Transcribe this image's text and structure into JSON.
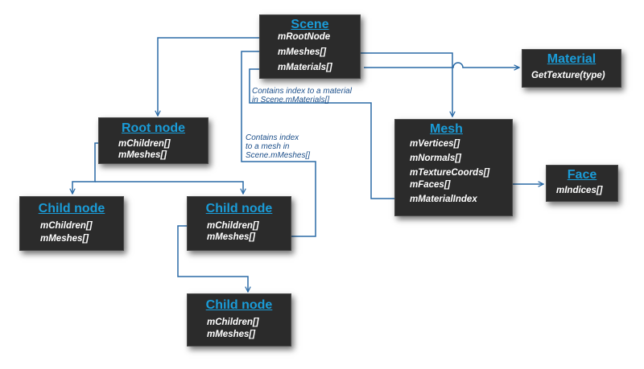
{
  "colors": {
    "title": "#1a9cd8",
    "box": "#2b2b2b",
    "connector": "#2a6aa6",
    "note": "#1c4f8a"
  },
  "scene": {
    "title": "Scene",
    "fields": [
      "mRootNode",
      "mMeshes[]",
      "mMaterials[]"
    ]
  },
  "material": {
    "title": "Material",
    "fields": [
      "GetTexture(type)"
    ]
  },
  "mesh": {
    "title": "Mesh",
    "fields": [
      "mVertices[]",
      "mNormals[]",
      "mTextureCoords[]",
      "mFaces[]",
      "mMaterialIndex"
    ]
  },
  "face": {
    "title": "Face",
    "fields": [
      "mIndices[]"
    ]
  },
  "root_node": {
    "title": "Root node",
    "fields": [
      "mChildren[]",
      "mMeshes[]"
    ]
  },
  "child_node_left": {
    "title": "Child node",
    "fields": [
      "mChildren[]",
      "mMeshes[]"
    ]
  },
  "child_node_mid": {
    "title": "Child node",
    "fields": [
      "mChildren[]",
      "mMeshes[]"
    ]
  },
  "child_node_bottom": {
    "title": "Child node",
    "fields": [
      "mChildren[]",
      "mMeshes[]"
    ]
  },
  "notes": {
    "material_index": [
      "Contains index to a material",
      "in Scene.mMaterials[]"
    ],
    "mesh_index": [
      "Contains index",
      "to a mesh in",
      "Scene.mMeshes[]"
    ]
  }
}
